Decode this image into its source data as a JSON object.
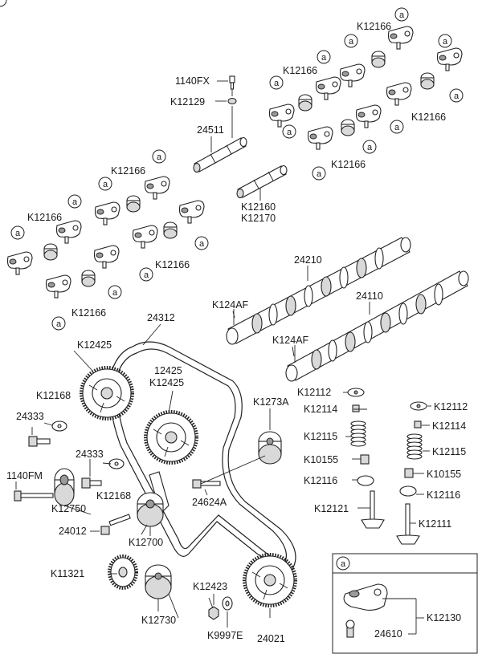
{
  "marker": "a",
  "labels": {
    "l1140fx": "1140FX",
    "k12129": "K12129",
    "l24511": "24511",
    "k12160": "K12160",
    "k12170": "K12170",
    "k12166_a": "K12166",
    "k12166_b": "K12166",
    "k12166_c": "K12166",
    "k12166_d": "K12166",
    "k12166_e": "K12166",
    "k12166_f": "K12166",
    "k12166_g": "K12166",
    "k12166_h": "K12166",
    "l24210": "24210",
    "l24110": "24110",
    "k124af_a": "K124AF",
    "k124af_b": "K124AF",
    "l24312": "24312",
    "k12425_a": "K12425",
    "l12425": "12425",
    "k12425_b": "K12425",
    "k12168_a": "K12168",
    "l24333_a": "24333",
    "l24333_b": "24333",
    "l1140fm": "1140FM",
    "k12750": "K12750",
    "k12168_b": "K12168",
    "l24012": "24012",
    "k12700": "K12700",
    "l24624a": "24624A",
    "k1273a": "K1273A",
    "k11321": "K11321",
    "k12730": "K12730",
    "k12423": "K12423",
    "k9997e": "K9997E",
    "l24021": "24021",
    "k12112_a": "K12112",
    "k12114_a": "K12114",
    "k12115_a": "K12115",
    "k10155_a": "K10155",
    "k12116_a": "K12116",
    "k12121": "K12121",
    "k12112_b": "K12112",
    "k12114_b": "K12114",
    "k12115_b": "K12115",
    "k10155_b": "K10155",
    "k12116_b": "K12116",
    "k12111": "K12111",
    "k12130": "K12130",
    "l24610": "24610"
  }
}
